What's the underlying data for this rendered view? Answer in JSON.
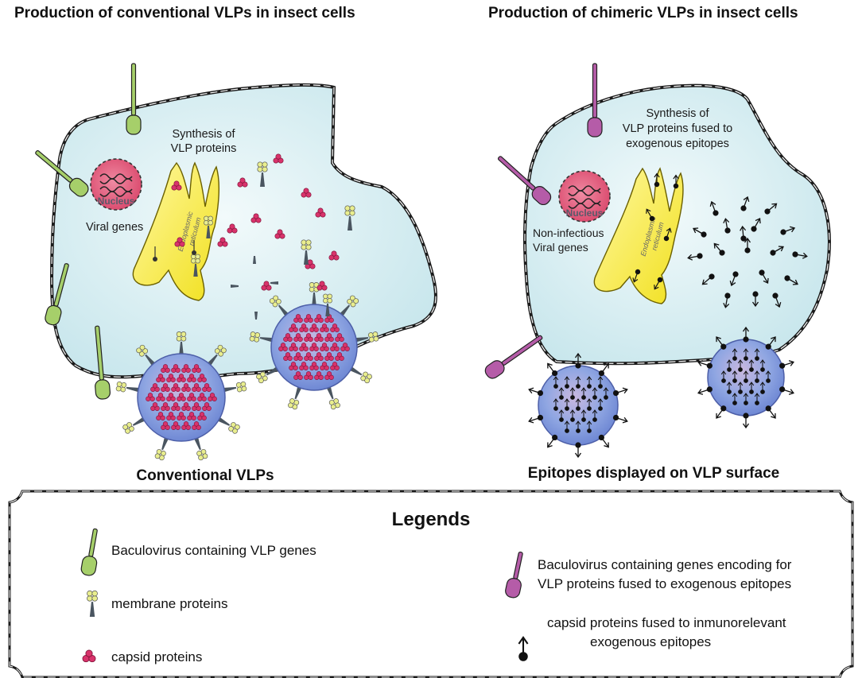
{
  "left_panel": {
    "heading": "Production of conventional VLPs in insect cells",
    "synthesis_line1": "Synthesis of",
    "synthesis_line2": "VLP proteins",
    "nucleus": "Nucleus",
    "er_line1": "Endoplasmic",
    "er_line2": "reticulum",
    "genes": "Viral genes",
    "caption": "Conventional VLPs"
  },
  "right_panel": {
    "heading": "Production of chimeric VLPs in insect cells",
    "synthesis_line1": "Synthesis of",
    "synthesis_line2": "VLP proteins fused to",
    "synthesis_line3": "exogenous epitopes",
    "nucleus": "Nucleus",
    "er_line1": "Endoplasmic",
    "er_line2": "reticulum",
    "genes_line1": "Non-infectious",
    "genes_line2": "Viral genes",
    "caption": "Epitopes displayed on VLP surface"
  },
  "legend": {
    "title": "Legends",
    "items": [
      {
        "icon": "green-baculovirus-icon",
        "text": "Baculovirus containing VLP genes"
      },
      {
        "icon": "membrane-protein-icon",
        "text": "membrane proteins"
      },
      {
        "icon": "capsid-protein-icon",
        "text": "capsid proteins"
      },
      {
        "icon": "purple-baculovirus-icon",
        "line1": "Baculovirus containing genes encoding for",
        "line2": "VLP proteins fused to exogenous epitopes"
      },
      {
        "icon": "fused-capsid-epitope-icon",
        "line1": "capsid proteins fused to inmunorelevant",
        "line2": "exogenous epitopes"
      }
    ]
  },
  "colors": {
    "cell_fill": "#dff0f3",
    "nucleus": "#e0607e",
    "er": "#f6ec3a",
    "vlp": "#8ea3e0",
    "capsid": "#d8336b",
    "green_baculovirus": "#a6cf6a",
    "purple_baculovirus": "#b55ca8",
    "membrane_protein": "#e9ee8e"
  }
}
